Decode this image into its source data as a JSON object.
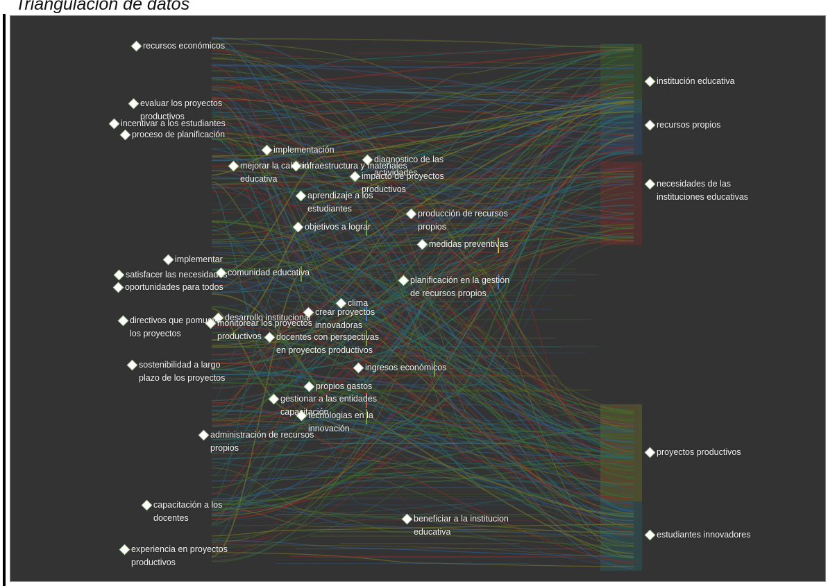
{
  "title": "Triangulación de datos",
  "colors": {
    "background": "#333333",
    "flows": [
      "#3d6e2a",
      "#2f5a8a",
      "#8a2a2a",
      "#7a7a2a",
      "#2a6a6a"
    ],
    "diamond": "#ffffff",
    "text": "#f2f2f2"
  },
  "left_nodes": [
    {
      "id": "recursos-economicos",
      "lines": [
        "recursos económicos"
      ]
    },
    {
      "id": "evaluar-proyectos",
      "lines": [
        "evaluar los proyectos",
        "productivos"
      ]
    },
    {
      "id": "incentivar-estudiantes",
      "lines": [
        "incentivar a los estudiantes"
      ]
    },
    {
      "id": "proceso-planificacion",
      "lines": [
        "proceso de planificación"
      ]
    },
    {
      "id": "implementar",
      "lines": [
        "implementar"
      ]
    },
    {
      "id": "satisfacer-necesidades",
      "lines": [
        "satisfacer las necesidades"
      ]
    },
    {
      "id": "oportunidades-todos",
      "lines": [
        "oportunidades para todos"
      ]
    },
    {
      "id": "directivos-pomueva",
      "lines": [
        "directivos que pomueva",
        "los proyectos"
      ]
    },
    {
      "id": "sostenibilidad",
      "lines": [
        "sostenibilidad a largo",
        "plazo de los proyectos"
      ]
    },
    {
      "id": "capacitacion-docentes",
      "lines": [
        "capacitación a los",
        "docentes"
      ]
    },
    {
      "id": "experiencia-proyectos",
      "lines": [
        "experiencia en proyectos",
        "productivos"
      ]
    }
  ],
  "middle_nodes": [
    {
      "id": "mejorar-calidad",
      "lines": [
        "mejorar la calidad",
        "educativa"
      ]
    },
    {
      "id": "implementacion",
      "lines": [
        "implementación"
      ]
    },
    {
      "id": "infraestructura",
      "lines": [
        "infraestructura y materiales"
      ]
    },
    {
      "id": "diagnostico",
      "lines": [
        "diagnostico de las",
        "actividades"
      ]
    },
    {
      "id": "impacto-proyectos",
      "lines": [
        "impacto de proyectos",
        "productivos"
      ]
    },
    {
      "id": "aprendizaje",
      "lines": [
        "aprendizaje a los",
        "estudiantes"
      ]
    },
    {
      "id": "objetivos",
      "lines": [
        "objetivos  a lograr"
      ]
    },
    {
      "id": "produccion-recursos",
      "lines": [
        "producción de recursos",
        "propios"
      ]
    },
    {
      "id": "medidas-preventivas",
      "lines": [
        "medidas preventivas"
      ]
    },
    {
      "id": "comunidad-educativa",
      "lines": [
        "comunidad educativa"
      ]
    },
    {
      "id": "planificacion-gestion",
      "lines": [
        "planificación en la gestión",
        "de recursos propios"
      ]
    },
    {
      "id": "clima",
      "lines": [
        "clima"
      ]
    },
    {
      "id": "desarrollo-institucional",
      "lines": [
        "desarrollo institucional"
      ]
    },
    {
      "id": "monitorear",
      "lines": [
        "monitorear los proyectos",
        "productivos"
      ]
    },
    {
      "id": "crear-proyectos",
      "lines": [
        "crear proyectos",
        "innovadoras"
      ]
    },
    {
      "id": "docentes-perspectivas",
      "lines": [
        "docentes con perspectivas",
        "en proyectos  productivos"
      ]
    },
    {
      "id": "ingresos-economicos",
      "lines": [
        "ingresos económicos"
      ]
    },
    {
      "id": "propios-gastos",
      "lines": [
        "propios gastos"
      ]
    },
    {
      "id": "gestionar-entidades",
      "lines": [
        "gestionar a las entidades",
        "capacitación"
      ]
    },
    {
      "id": "tecnologias",
      "lines": [
        "tecnologias en la",
        "innovación"
      ]
    },
    {
      "id": "administracion-recursos",
      "lines": [
        "administración de recursos",
        "propios"
      ]
    },
    {
      "id": "beneficiar-institucion",
      "lines": [
        "beneficiar a la institucion",
        "educativa"
      ]
    }
  ],
  "right_nodes": [
    {
      "id": "institucion-educativa",
      "lines": [
        "institución educativa"
      ]
    },
    {
      "id": "recursos-propios",
      "lines": [
        "recursos propios"
      ]
    },
    {
      "id": "necesidades-instituciones",
      "lines": [
        "necesidades de las",
        "instituciones educativas"
      ]
    },
    {
      "id": "proyectos-productivos",
      "lines": [
        "proyectos productivos"
      ]
    },
    {
      "id": "estudiantes-innovadores",
      "lines": [
        "estudiantes innovadores"
      ]
    }
  ]
}
